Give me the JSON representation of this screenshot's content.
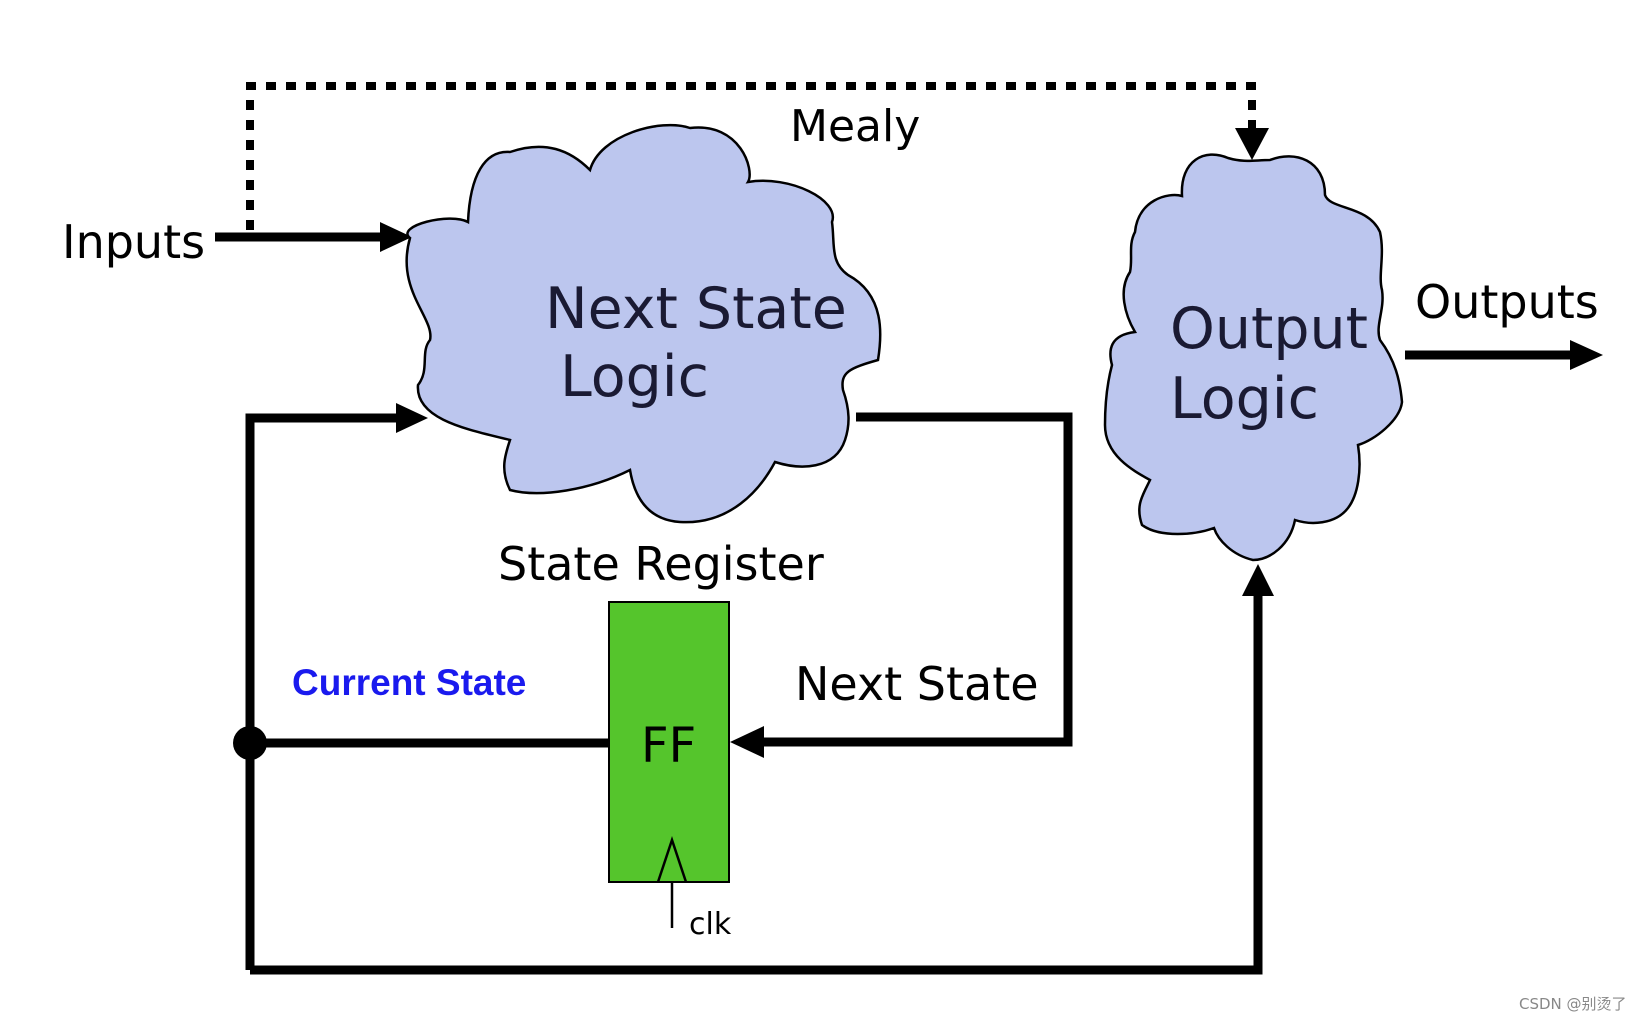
{
  "labels": {
    "inputs": "Inputs",
    "mealy": "Mealy",
    "next_state_logic_line1": "Next State",
    "next_state_logic_line2": "Logic",
    "output_logic_line1": "Output",
    "output_logic_line2": "Logic",
    "outputs": "Outputs",
    "state_register": "State Register",
    "current_state": "Current State",
    "next_state": "Next State",
    "ff": "FF",
    "clk": "clk"
  },
  "watermark": "CSDN @别烫了",
  "colors": {
    "cloud_fill": "#bcc6ee",
    "ff_fill": "#55c52c",
    "current_state_text": "#1a1aee",
    "line": "#000000"
  }
}
